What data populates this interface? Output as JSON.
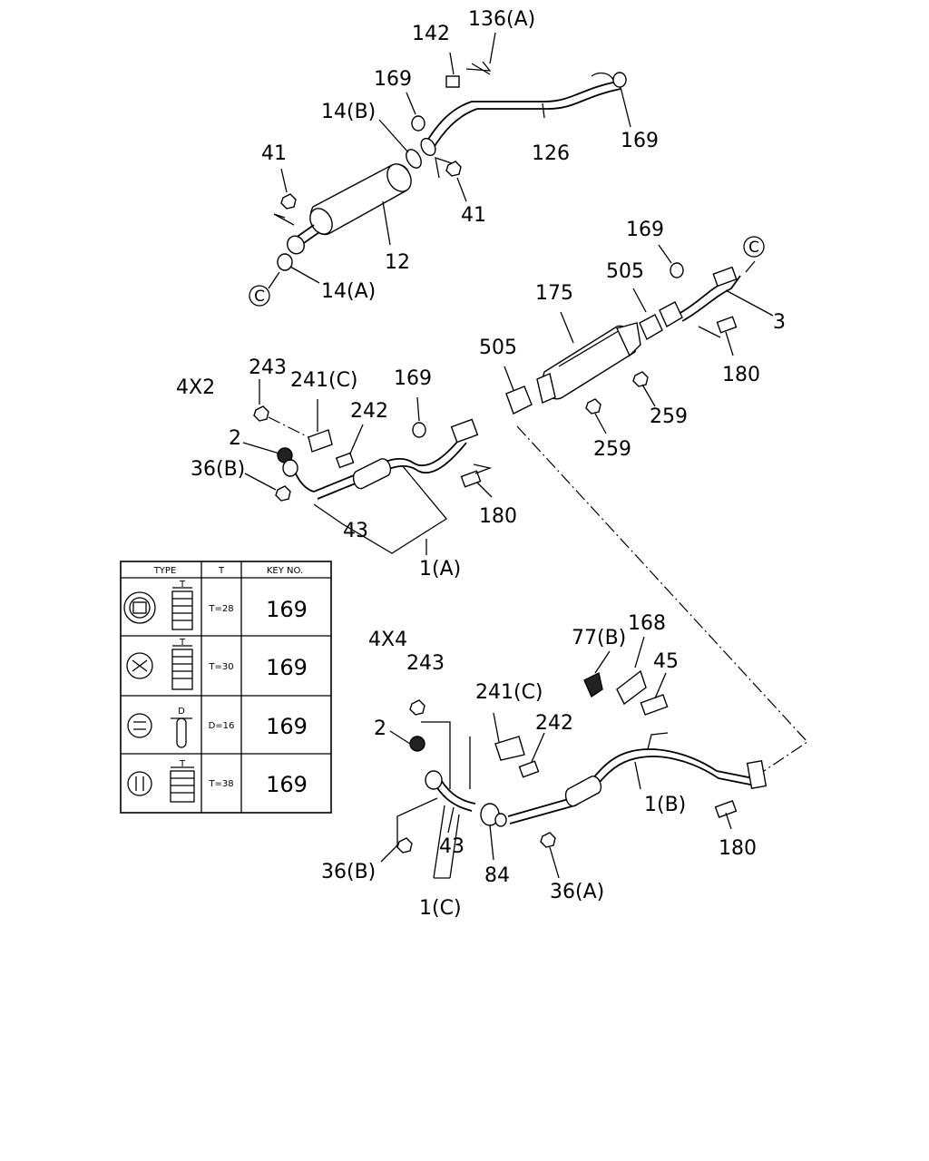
{
  "variants": {
    "two_wd": "4X2",
    "four_wd": "4X4"
  },
  "callouts": {
    "c136a": "136(A)",
    "c142": "142",
    "c169_a": "169",
    "c169_b": "169",
    "c169_c": "169",
    "c169_d": "169",
    "c14b": "14(B)",
    "c126": "126",
    "c41_a": "41",
    "c41_b": "41",
    "c12": "12",
    "c14a": "14(A)",
    "circle_c": "C",
    "c505_a": "505",
    "c505_b": "505",
    "c175": "175",
    "c3": "3",
    "c180_a": "180",
    "c180_b": "180",
    "c180_c": "180",
    "c259_a": "259",
    "c259_b": "259",
    "c243_a": "243",
    "c241c_a": "241(C)",
    "c242_a": "242",
    "c2_a": "2",
    "c36b_a": "36(B)",
    "c43_a": "43",
    "c1a": "1(A)",
    "c243_b": "243",
    "c241c_b": "241(C)",
    "c242_b": "242",
    "c2_b": "2",
    "c77b": "77(B)",
    "c168": "168",
    "c45": "45",
    "c1b": "1(B)",
    "c36b_b": "36(B)",
    "c43_b": "43",
    "c84": "84",
    "c36a": "36(A)",
    "c1c": "1(C)"
  },
  "table": {
    "headers": {
      "type": "TYPE",
      "t": "T",
      "key_no": "KEY NO."
    },
    "rows": [
      {
        "t": "T=28",
        "key_no": "169"
      },
      {
        "t": "T=30",
        "key_no": "169"
      },
      {
        "t": "D=16",
        "key_no": "169"
      },
      {
        "t": "T=38",
        "key_no": "169"
      }
    ],
    "dim_labels": {
      "t": "T",
      "d": "D"
    }
  }
}
